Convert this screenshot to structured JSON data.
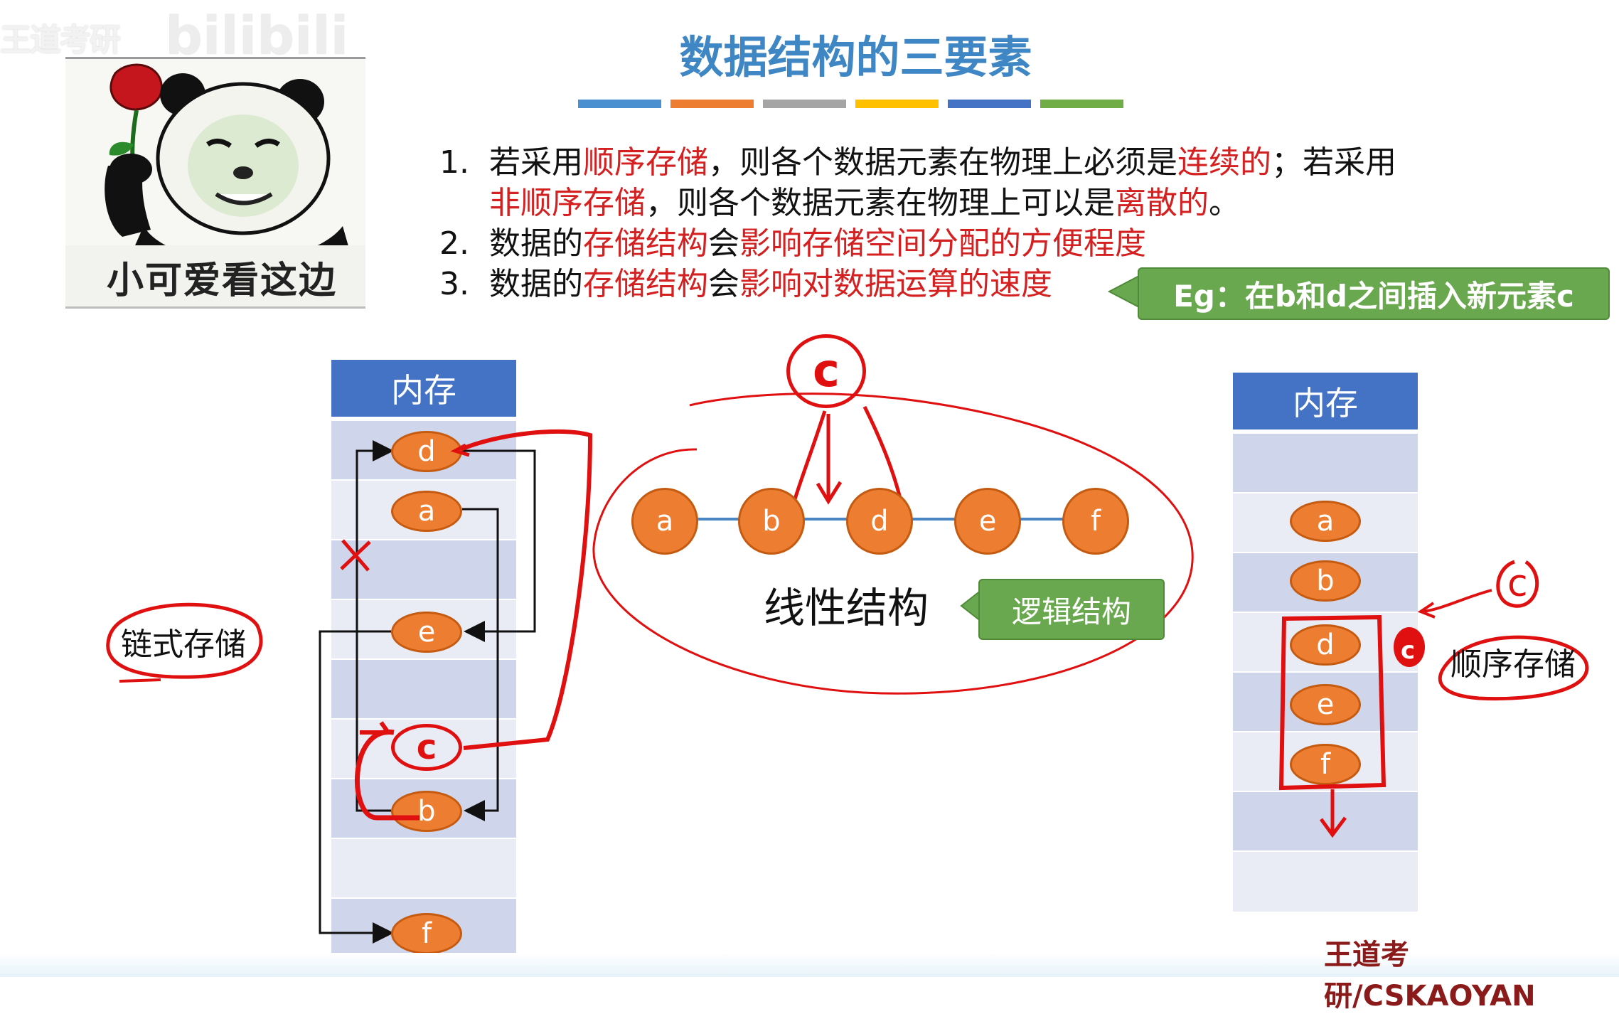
{
  "watermark": {
    "text": "王道考研",
    "logo": "bilibili"
  },
  "meme": {
    "caption": "小可爱看这边",
    "image": "panda-meme-with-rose"
  },
  "header": {
    "title": "数据结构的三要素"
  },
  "stripe_colors": [
    "#4a90d0",
    "#ed7d31",
    "#a5a5a5",
    "#ffc000",
    "#4472c4",
    "#70ad47"
  ],
  "points": [
    {
      "num": "1.",
      "line1": [
        {
          "t": "若采用",
          "c": "n"
        },
        {
          "t": "顺序存储",
          "c": "r"
        },
        {
          "t": "，则各个数据元素在物理上必须是",
          "c": "n"
        },
        {
          "t": "连续的",
          "c": "r"
        },
        {
          "t": "；若采用",
          "c": "n"
        }
      ],
      "line2": [
        {
          "t": "非顺序存储",
          "c": "r"
        },
        {
          "t": "，则各个数据元素在物理上可以是",
          "c": "n"
        },
        {
          "t": "离散的",
          "c": "r"
        },
        {
          "t": "。",
          "c": "n"
        }
      ]
    },
    {
      "num": "2.",
      "line1": [
        {
          "t": "数据的",
          "c": "n"
        },
        {
          "t": "存储结构",
          "c": "r"
        },
        {
          "t": "会",
          "c": "n"
        },
        {
          "t": "影响存储空间分配的方便程度",
          "c": "r"
        }
      ]
    },
    {
      "num": "3.",
      "line1": [
        {
          "t": "数据的",
          "c": "n"
        },
        {
          "t": "存储结构",
          "c": "r"
        },
        {
          "t": "会",
          "c": "n"
        },
        {
          "t": "影响对数据运算的速度",
          "c": "r"
        }
      ]
    }
  ],
  "callouts": {
    "example": "Eg：在b和d之间插入新元素c",
    "logical": "逻辑结构"
  },
  "linked_storage": {
    "header": "内存",
    "label": "链式存储",
    "nodes": [
      "d",
      "a",
      "e",
      "c",
      "b",
      "f"
    ]
  },
  "linear": {
    "label": "线性结构",
    "nodes": [
      "a",
      "b",
      "d",
      "e",
      "f"
    ],
    "inserted": "c"
  },
  "sequential_storage": {
    "header": "内存",
    "label": "顺序存储",
    "nodes": [
      "a",
      "b",
      "d",
      "e",
      "f"
    ],
    "inserted": "c"
  },
  "brand": "王道考研/CSKAOYAN"
}
